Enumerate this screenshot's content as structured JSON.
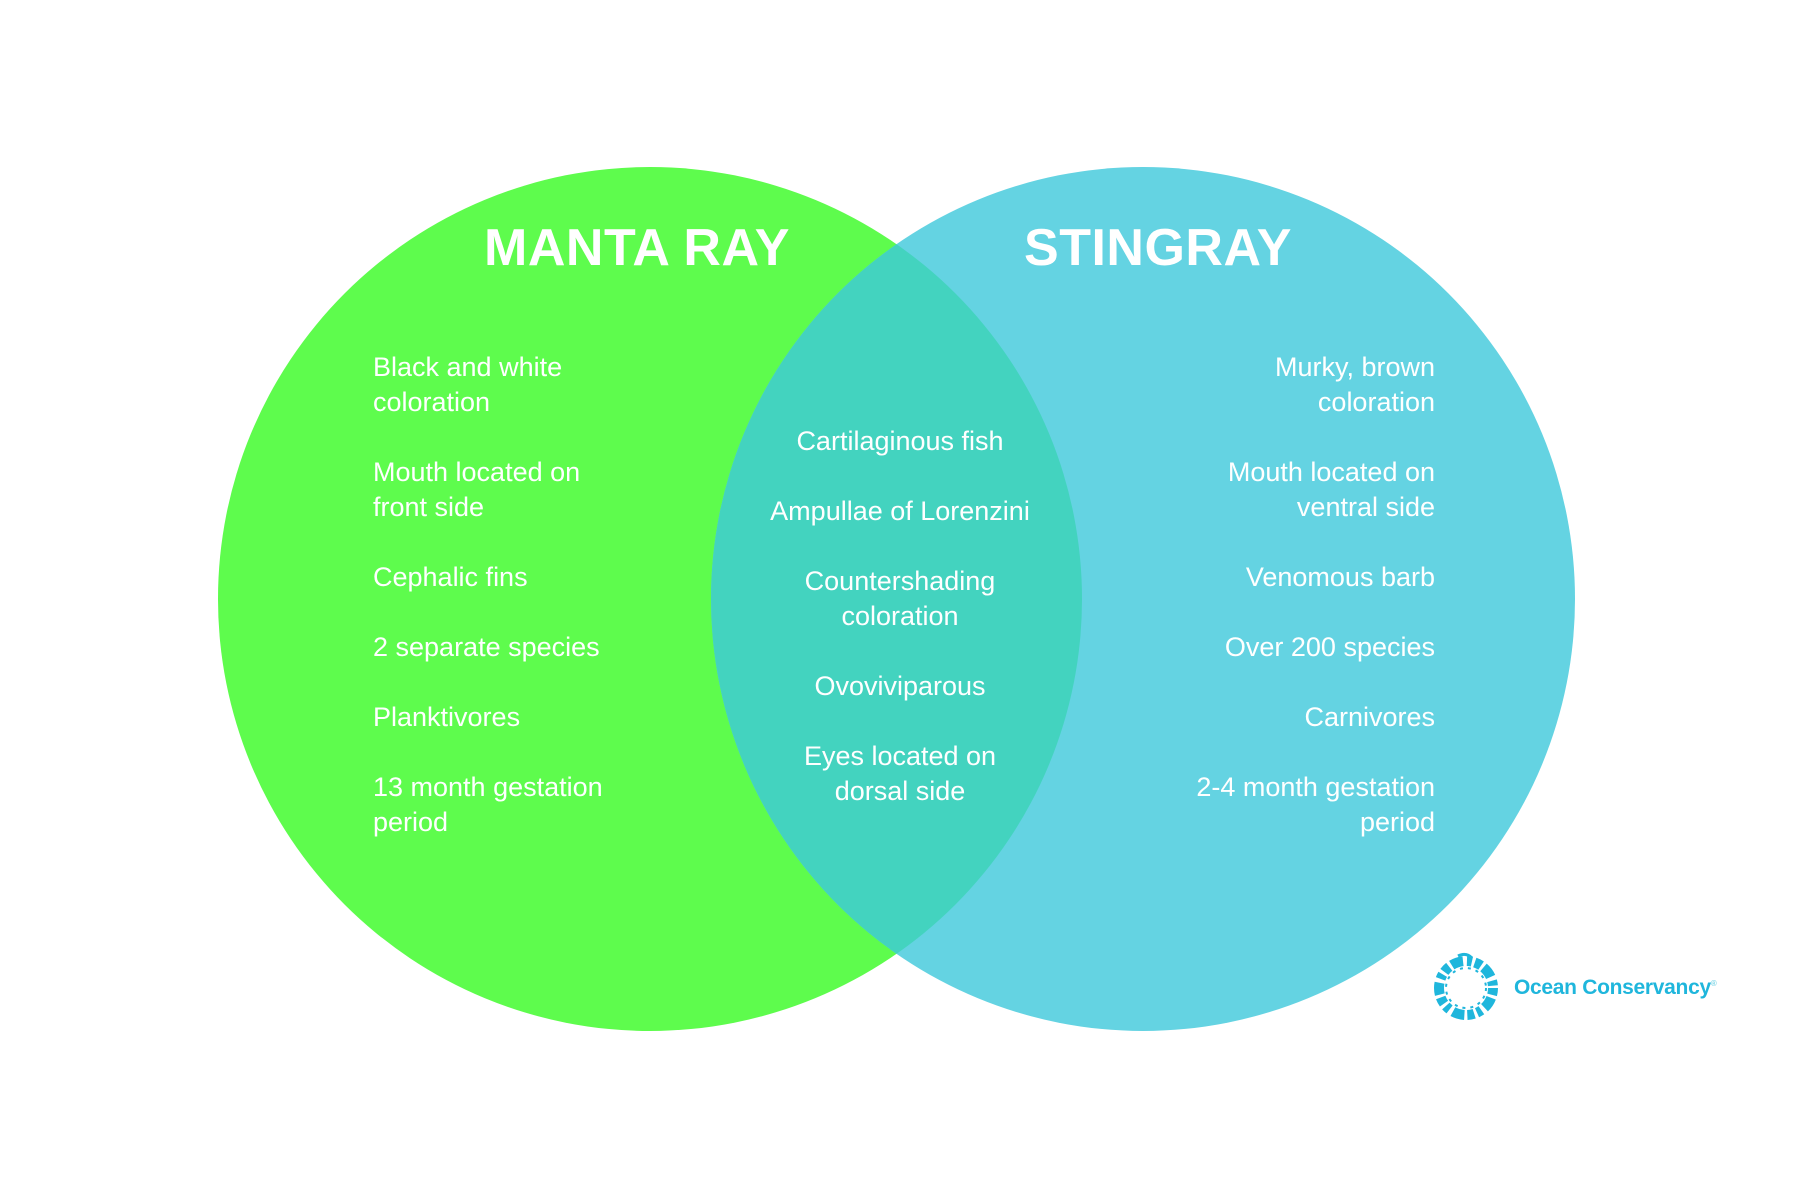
{
  "colors": {
    "left": "#5efc4d",
    "right": "#64d3e2",
    "overlap": "#43d3bf",
    "brand": "#1fb6dc"
  },
  "left": {
    "title": "MANTA RAY",
    "items": [
      "Black and white\ncoloration",
      "Mouth located on\nfront side",
      "Cephalic fins",
      "2 separate species",
      "Planktivores",
      "13 month gestation\nperiod"
    ]
  },
  "right": {
    "title": "STINGRAY",
    "items": [
      "Murky, brown\ncoloration",
      "Mouth located on\nventral side",
      "Venomous barb",
      "Over 200 species",
      "Carnivores",
      "2-4 month gestation\nperiod"
    ]
  },
  "shared": {
    "items": [
      "Cartilaginous fish",
      "Ampullae of Lorenzini",
      "Countershading\ncoloration",
      "Ovoviviparous",
      "Eyes located on\ndorsal side"
    ]
  },
  "logo": {
    "text": "Ocean Conservancy",
    "mark": "®"
  }
}
